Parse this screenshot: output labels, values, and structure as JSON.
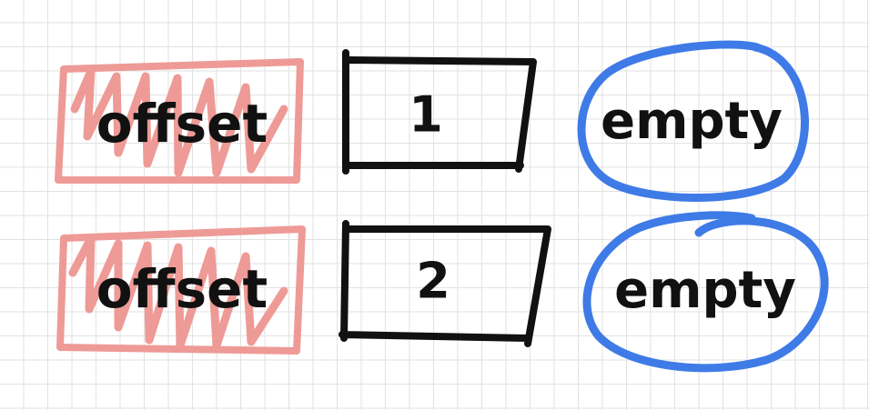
{
  "colors": {
    "offset": "#ee9a96",
    "box": "#111111",
    "circle": "#3f7be6",
    "text": "#111111",
    "grid": "#e2e2e2"
  },
  "rows": [
    {
      "offset_label": "offset",
      "value_label": "1",
      "empty_label": "empty"
    },
    {
      "offset_label": "offset",
      "value_label": "2",
      "empty_label": "empty"
    }
  ]
}
